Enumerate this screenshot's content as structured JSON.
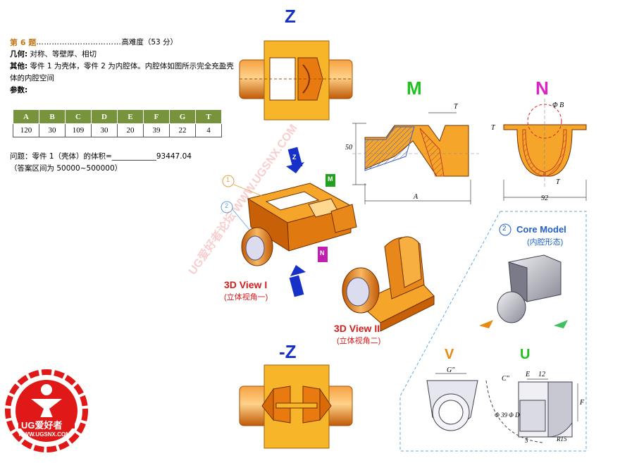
{
  "problem": {
    "number_label": "第 6 题",
    "dots": "……………………………",
    "difficulty": "高难度（53 分）",
    "geometry_label": "几何:",
    "geometry_value": "对称、等壁厚、相切",
    "other_label": "其他:",
    "other_value": "零件 1 为壳体，零件 2 为内腔体。内腔体如图所示完全充盈壳体的内腔空间",
    "params_label": "参数:"
  },
  "params_table": {
    "headers": [
      "A",
      "B",
      "C",
      "D",
      "E",
      "F",
      "G",
      "T"
    ],
    "values": [
      "120",
      "30",
      "109",
      "30",
      "20",
      "39",
      "22",
      "4"
    ]
  },
  "question": {
    "text": "问题：零件 1（壳体）的体积=",
    "blank": "____________",
    "answer": "93447.04",
    "range": "（答案区间为 50000~500000）"
  },
  "diagram": {
    "top_view_label": "Z",
    "bottom_view_label": "-Z",
    "section_m_label": "M",
    "section_n_label": "N",
    "view1_title": "3D View I",
    "view1_sub": "(立体视角一)",
    "view2_title": "3D View II",
    "view2_sub": "(立体视角二)",
    "core_num": "2",
    "core_title": "Core Model",
    "core_sub": "(内腔形态)",
    "v_label": "V",
    "u_label": "U",
    "callout_1": "1",
    "callout_2": "2",
    "dims": {
      "t": "T",
      "b": "Φ B",
      "fifty": "50",
      "a": "A",
      "ninety_two": "92",
      "g": "G\"",
      "c": "C\"",
      "e": "E",
      "twelve": "12",
      "f": "F",
      "d": "Φ D",
      "thirty_nine": "Φ 39",
      "five": "5",
      "r15": "R15"
    },
    "arrow_m": "M",
    "arrow_n": "N",
    "arrow_z": "Z",
    "watermark": "UG爱好者论坛 WWW.UGSNX.COM"
  },
  "logo": {
    "text": "UG爱好者",
    "url": "WWW.UGSNX.COM"
  },
  "colors": {
    "orange": "#e88a10",
    "yellow_orange": "#f5b830",
    "blue": "#1630c8",
    "green": "#22c020",
    "magenta": "#e020c8",
    "red": "#d21d1d",
    "table_header": "#77933c"
  }
}
